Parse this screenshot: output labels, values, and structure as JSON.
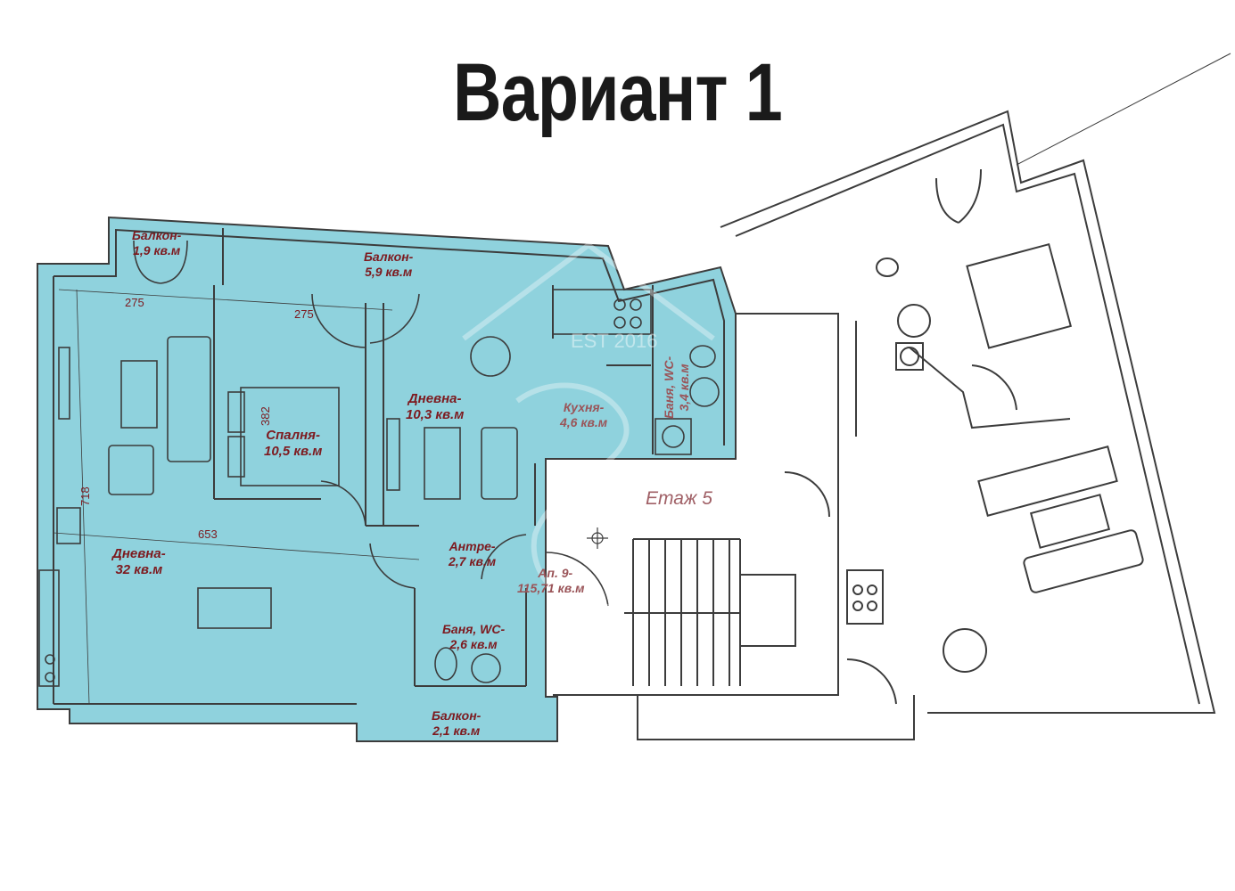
{
  "title": "Вариант 1",
  "floor_label": "Етаж 5",
  "apartment": {
    "label_line1": "Ап. 9-",
    "label_line2": "115,71 кв.м"
  },
  "colors": {
    "highlight": "#8fd2dd",
    "wall": "#3c3c3c",
    "label": "#7d1a1f",
    "background": "#ffffff"
  },
  "rooms": [
    {
      "name": "Балкон-",
      "area": "1,9 кв.м"
    },
    {
      "name": "Балкон-",
      "area": "5,9 кв.м"
    },
    {
      "name": "Спалня-",
      "area": "10,5 кв.м"
    },
    {
      "name": "Дневна-",
      "area": "10,3 кв.м"
    },
    {
      "name": "Кухня-",
      "area": "4,6 кв.м"
    },
    {
      "name": "Баня, WC-",
      "area": "3,4 кв.м"
    },
    {
      "name": "Дневна-",
      "area": "32 кв.м"
    },
    {
      "name": "Антре-",
      "area": "2,7 кв.м"
    },
    {
      "name": "Баня, WC-",
      "area": "2,6 кв.м"
    },
    {
      "name": "Балкон-",
      "area": "2,1 кв.м"
    }
  ],
  "dimensions": {
    "d1": "275",
    "d2": "275",
    "d3": "382",
    "d4": "718",
    "d5": "653"
  },
  "watermark": {
    "text": "EST 2016"
  }
}
